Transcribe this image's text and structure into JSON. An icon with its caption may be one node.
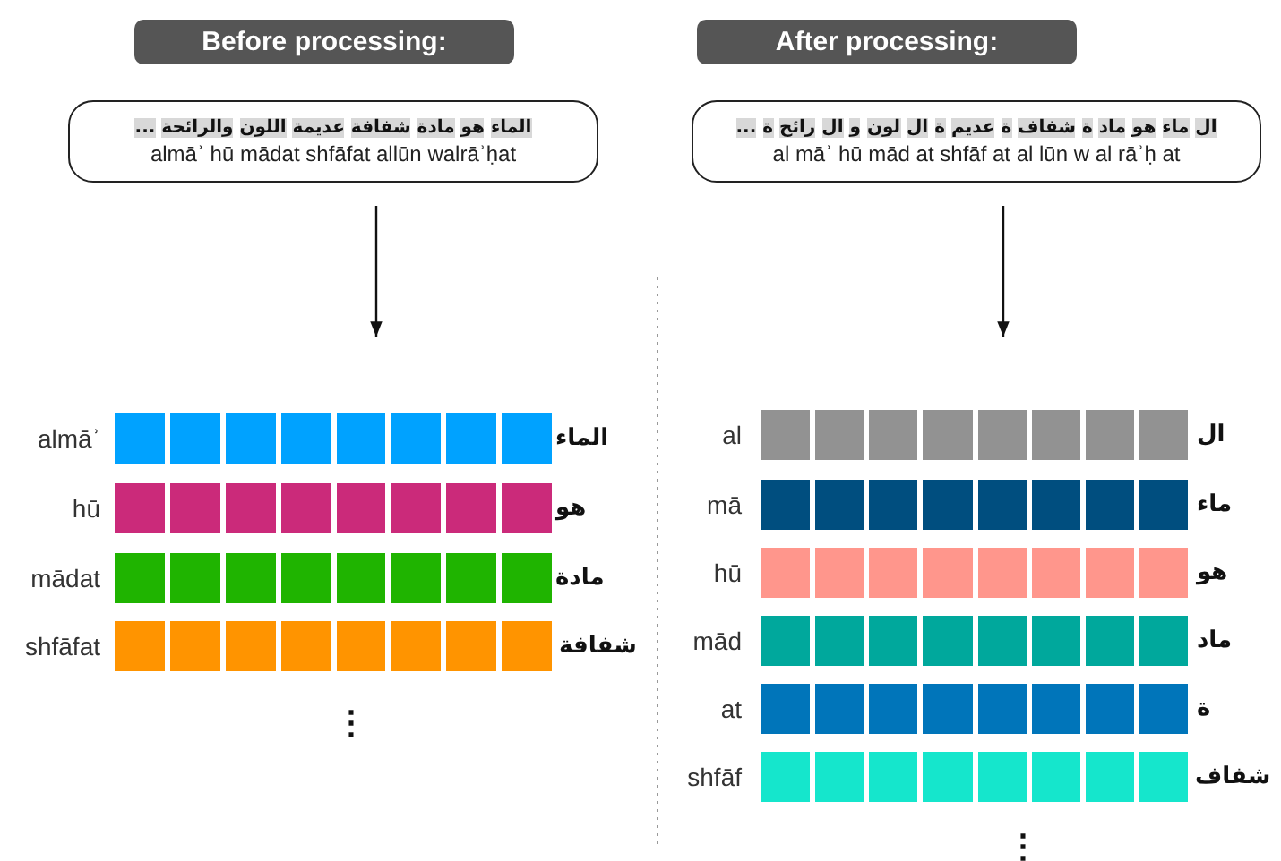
{
  "diagram": {
    "nodes": [
      {
        "text": [
          "Before processing:"
        ]
      },
      {
        "text": [
          "الماء هو مادة شفافة عديمة اللون والرائحة ...",
          "almāʾ hū mādat shfāfat allūn walrāʾḥat"
        ]
      },
      {
        "text": [],
        "shape": "bar",
        "beside": [
          "almāʾ",
          "الماء"
        ]
      },
      {
        "text": [],
        "shape": "bar",
        "beside": [
          "hū",
          "هو"
        ]
      },
      {
        "text": [],
        "shape": "bar",
        "beside": [
          "mādat",
          "مادة"
        ]
      },
      {
        "text": [],
        "shape": "bar",
        "beside": [
          "shfāfat",
          "شفافة"
        ]
      },
      {
        "text": [
          "After processing:"
        ]
      },
      {
        "text": [
          "ال ماء هو ماد ة شفاف ة عديم ة ال لون و ال رائح ة ...",
          "al māʾ hū mād at shfāf at al lūn w al rāʾḥ at"
        ]
      },
      {
        "text": [],
        "shape": "bar",
        "beside": [
          "al",
          "ال"
        ]
      },
      {
        "text": [],
        "shape": "bar",
        "beside": [
          "mā",
          "ماء"
        ]
      },
      {
        "text": [],
        "shape": "bar",
        "beside": [
          "hū",
          "هو"
        ]
      },
      {
        "text": [],
        "shape": "bar",
        "beside": [
          "mād",
          "ماد"
        ]
      },
      {
        "text": [],
        "shape": "bar",
        "beside": [
          "at",
          "ة"
        ]
      },
      {
        "text": [],
        "shape": "bar",
        "beside": [
          "shfāf",
          "شفاف"
        ]
      }
    ],
    "edges": [
      {
        "from": 1,
        "to": null,
        "arrow": "to"
      },
      {
        "from": 7,
        "to": null,
        "arrow": "to"
      }
    ],
    "labels": [
      "⋮",
      "⋮"
    ]
  }
}
